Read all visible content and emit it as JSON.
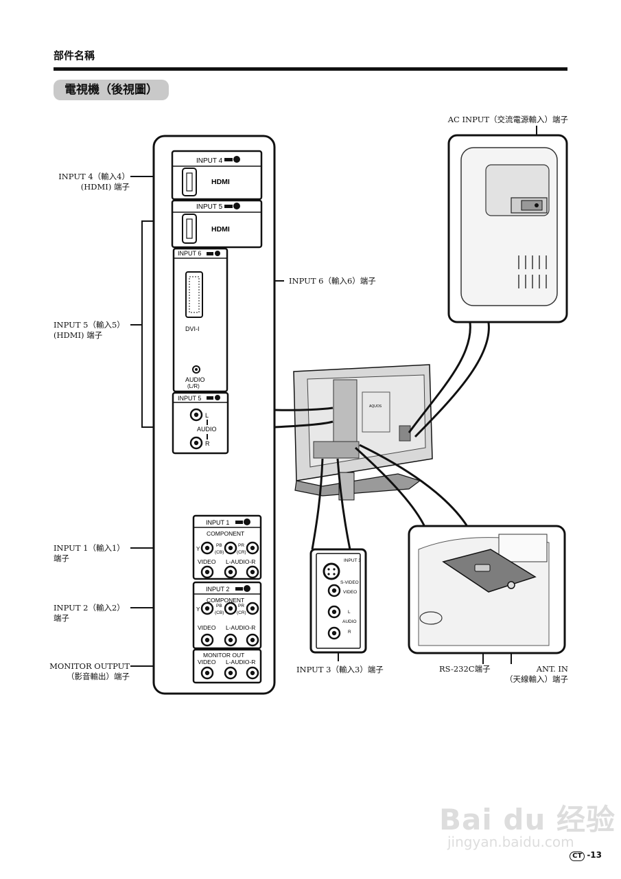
{
  "header": {
    "section": "部件名稱",
    "title": "電視機（後視圖）"
  },
  "panel": {
    "input4_label": "INPUT 4",
    "input5_label": "INPUT 5",
    "input6_label": "INPUT 6",
    "hdmi_logo": "HDMI",
    "dvi_label": "DVI-I",
    "audio_label": "AUDIO",
    "audio_sub": "(L/R)",
    "input5_audio_label": "INPUT 5",
    "l_label": "L",
    "r_label": "R",
    "audio_word": "AUDIO",
    "input1_label": "INPUT 1",
    "input2_label": "INPUT 2",
    "component_label": "COMPONENT",
    "y_label": "Y",
    "pb_label": "PB",
    "cb_label": "(CB)",
    "pr_label": "PR",
    "cr_label": "(CR)",
    "video_label": "VIDEO",
    "laudior_label": "L-AUDIO-R",
    "monitor_out_label": "MONITOR OUT",
    "input3_label": "INPUT 3",
    "svideo_label": "S-VIDEO",
    "video3_label": "VIDEO",
    "audio3_label": "AUDIO",
    "aquos_label": "AQUOS"
  },
  "callouts": {
    "input4": [
      "INPUT 4（輸入4）",
      "(HDMI) 端子"
    ],
    "input5": [
      "INPUT 5（輸入5）",
      "(HDMI) 端子"
    ],
    "input6": "INPUT 6（輸入6）端子",
    "input1": [
      "INPUT 1（輸入1）",
      "端子"
    ],
    "input2": [
      "INPUT 2（輸入2）",
      "端子"
    ],
    "monitor": [
      "MONITOR OUTPUT",
      "（影音輸出）端子"
    ],
    "input3": "INPUT 3（輸入3）端子",
    "ac": "AC INPUT（交流電源輸入）端子",
    "rs232": "RS-232C端子",
    "ant": [
      "ANT. IN",
      "（天線輸入）端子"
    ]
  },
  "footer": {
    "ct": "CT",
    "page": "-13"
  },
  "watermark": {
    "brand": "Bai du 经验",
    "url": "jingyan.baidu.com"
  }
}
